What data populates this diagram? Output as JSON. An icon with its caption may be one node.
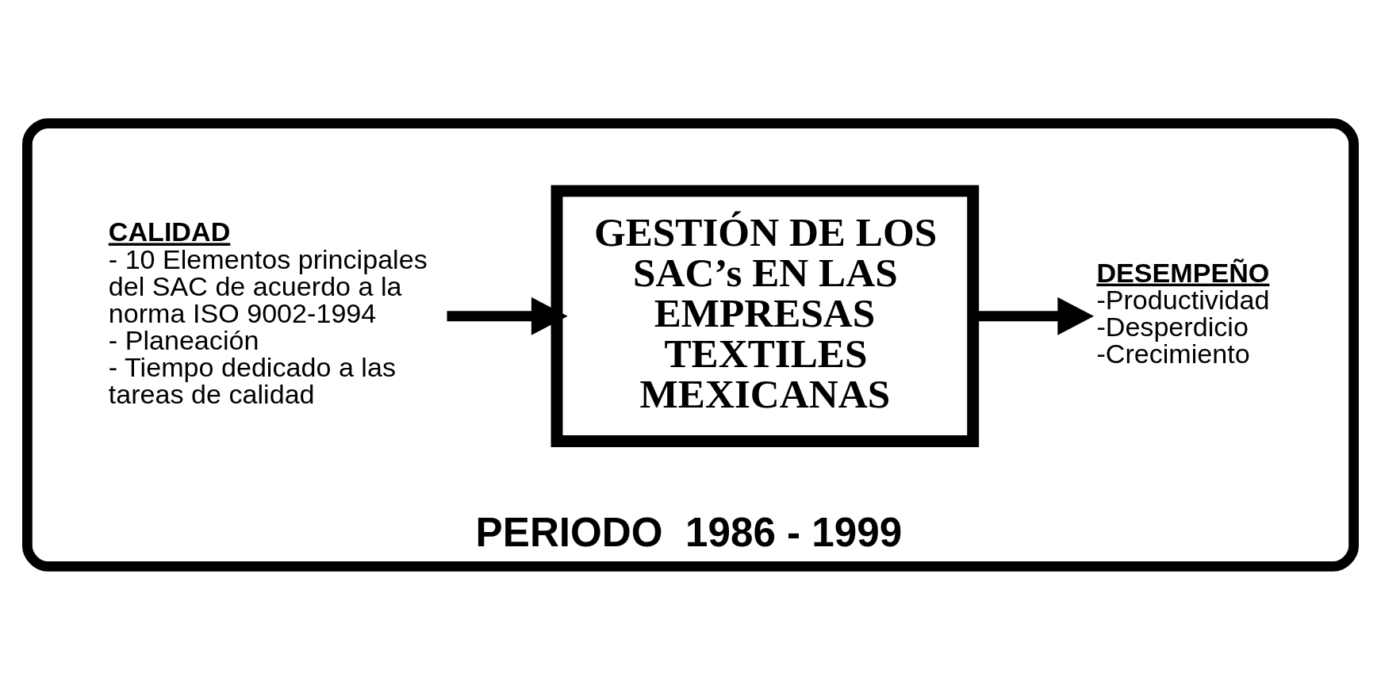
{
  "diagram": {
    "nodes": [
      {
        "text": [
          "PERIODO  1986 - 1999"
        ]
      },
      {
        "text": [
          "CALIDAD",
          "- 10 Elementos principales del SAC de acuerdo a la norma ISO 9002-1994",
          "- Planeación",
          "- Tiempo dedicado a las tareas de calidad"
        ],
        "in": 0
      },
      {
        "text": [
          "GESTIÓN DE LOS SAC’s EN LAS EMPRESAS TEXTILES MEXICANAS"
        ],
        "in": 0
      },
      {
        "text": [
          "DESEMPEÑO",
          "-Productividad",
          "-Desperdicio",
          "-Crecimiento"
        ],
        "in": 0
      }
    ],
    "edges": [
      {
        "from": 1,
        "to": 2,
        "arrow": "to"
      },
      {
        "from": 2,
        "to": 3,
        "arrow": "to"
      }
    ]
  }
}
